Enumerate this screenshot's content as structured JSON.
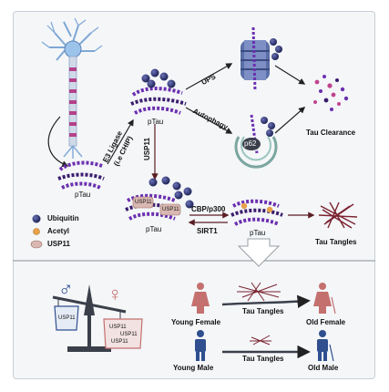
{
  "top": {
    "e3_ligase": "E3 Ligase",
    "ie_chip": "(i.e CHIP)",
    "ptau": "pTau",
    "ups": "UPS",
    "autophagy": "Autophagy",
    "p62": "p62",
    "tau_clearance": "Tau Clearance",
    "usp11": "USP11",
    "cbp_p300": "CBP/p300",
    "sirt1": "SIRT1",
    "tau_tangles": "Tau Tangles"
  },
  "legend": [
    {
      "label": "Ubiquitin",
      "icon": "ubiquitin-icon",
      "color": "#2f3578"
    },
    {
      "label": "Acetyl",
      "icon": "acetyl-icon",
      "color": "#e8a24b"
    },
    {
      "label": "USP11",
      "icon": "usp11-icon",
      "color": "#d9b8b1"
    }
  ],
  "bottom": {
    "female_symbol": "♀",
    "male_symbol": "♂",
    "usp11_left": "USP11",
    "usp11_right_a": "USP11",
    "usp11_right_b": "USP11",
    "usp11_right_c": "USP11",
    "young_female": "Young Female",
    "old_female": "Old Female",
    "young_male": "Young Male",
    "old_male": "Old Male",
    "tau_tangles_female": "Tau Tangles",
    "tau_tangles_male": "Tau Tangles"
  },
  "colors": {
    "ubiquitin": "#2f3578",
    "tau_strand": "#6b2fb0",
    "tau_strand_dark": "#3b1d6e",
    "usp11": "#d9b8b1",
    "acetyl": "#e8a24b",
    "female": "#c4706f",
    "male": "#2f4f8f",
    "tangle": "#7a2330",
    "arrow_dark": "#5a1e24"
  }
}
